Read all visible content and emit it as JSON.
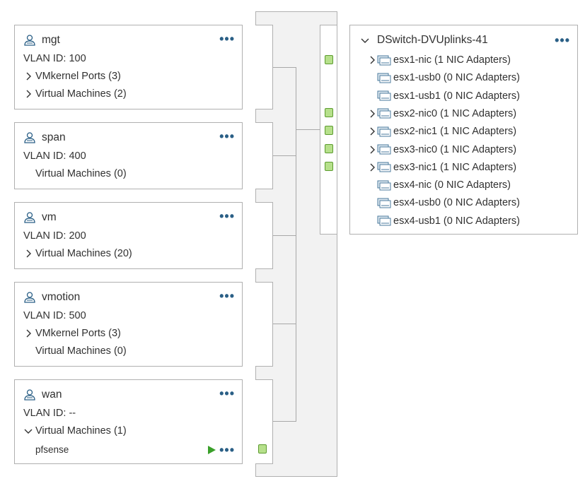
{
  "portgroups": [
    {
      "name": "mgt",
      "vlan": "VLAN ID: 100",
      "rows": [
        {
          "label": "VMkernel Ports (3)",
          "expander": "collapsed"
        },
        {
          "label": "Virtual Machines (2)",
          "expander": "collapsed"
        }
      ]
    },
    {
      "name": "span",
      "vlan": "VLAN ID: 400",
      "rows": [
        {
          "label": "Virtual Machines (0)",
          "expander": "none"
        }
      ]
    },
    {
      "name": "vm",
      "vlan": "VLAN ID: 200",
      "rows": [
        {
          "label": "Virtual Machines (20)",
          "expander": "collapsed"
        }
      ]
    },
    {
      "name": "vmotion",
      "vlan": "VLAN ID: 500",
      "rows": [
        {
          "label": "VMkernel Ports (3)",
          "expander": "collapsed"
        },
        {
          "label": "Virtual Machines (0)",
          "expander": "none"
        }
      ]
    },
    {
      "name": "wan",
      "vlan": "VLAN ID: --",
      "rows": [
        {
          "label": "Virtual Machines (1)",
          "expander": "expanded"
        }
      ],
      "vm_item": "pfsense"
    }
  ],
  "more_label": "•••",
  "uplinks": {
    "title": "DSwitch-DVUplinks-41",
    "items": [
      {
        "label": "esx1-nic (1 NIC Adapters)",
        "expandable": true
      },
      {
        "label": "esx1-usb0 (0 NIC Adapters)",
        "expandable": false
      },
      {
        "label": "esx1-usb1 (0 NIC Adapters)",
        "expandable": false
      },
      {
        "label": "esx2-nic0 (1 NIC Adapters)",
        "expandable": true
      },
      {
        "label": "esx2-nic1 (1 NIC Adapters)",
        "expandable": true
      },
      {
        "label": "esx3-nic0 (1 NIC Adapters)",
        "expandable": true
      },
      {
        "label": "esx3-nic1 (1 NIC Adapters)",
        "expandable": true
      },
      {
        "label": "esx4-nic (0 NIC Adapters)",
        "expandable": false
      },
      {
        "label": "esx4-usb0 (0 NIC Adapters)",
        "expandable": false
      },
      {
        "label": "esx4-usb1 (0 NIC Adapters)",
        "expandable": false
      }
    ]
  },
  "colors": {
    "accent": "#2a5f86",
    "port_green": "#b6e08b",
    "play_green": "#3aa02a"
  },
  "icons": {
    "portgroup": "portgroup-icon",
    "nic": "nic-adapter-icon",
    "expand": "chevron-right-icon",
    "collapse": "chevron-down-icon",
    "play": "power-on-icon"
  }
}
